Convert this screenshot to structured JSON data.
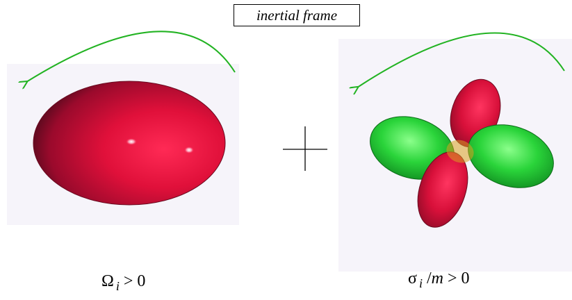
{
  "frame_label": "inertial frame",
  "left_caption": {
    "symbol": "Ω",
    "subscript": "i",
    "relation": " > 0"
  },
  "right_caption": {
    "symbol": "σ",
    "subscript": "i",
    "slash": " /",
    "divisor": "m",
    "relation": " > 0"
  },
  "colors": {
    "arrow": "#22b322",
    "red_lobe": "#e0103a",
    "green_lobe": "#2ad43a",
    "panel_bg": "#f6f4fa"
  }
}
